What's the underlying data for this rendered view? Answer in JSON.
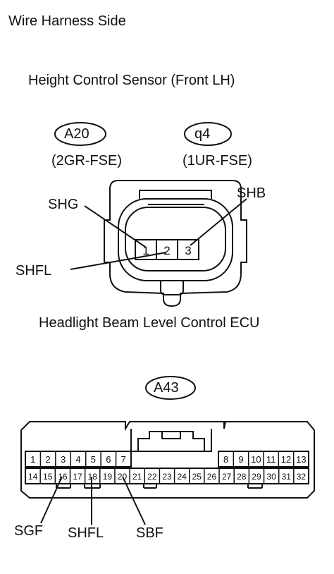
{
  "page_heading": "Wire Harness Side",
  "sensor": {
    "title": "Height Control Sensor (Front LH)",
    "connectors": [
      {
        "code": "A20",
        "engine": "(2GR-FSE)"
      },
      {
        "code": "q4",
        "engine": "(1UR-FSE)"
      }
    ],
    "pins": [
      "1",
      "2",
      "3"
    ],
    "pin_labels": {
      "shg": "SHG",
      "shb": "SHB",
      "shfl": "SHFL"
    }
  },
  "ecu": {
    "title": "Headlight Beam Level Control ECU",
    "connector_code": "A43",
    "top_left_pins": [
      "1",
      "2",
      "3",
      "4",
      "5",
      "6",
      "7"
    ],
    "top_right_pins": [
      "8",
      "9",
      "10",
      "11",
      "12",
      "13"
    ],
    "bottom_pins": [
      "14",
      "15",
      "16",
      "17",
      "18",
      "19",
      "20",
      "21",
      "22",
      "23",
      "24",
      "25",
      "26",
      "27",
      "28",
      "29",
      "30",
      "31",
      "32"
    ],
    "pin_labels": {
      "sgf": "SGF",
      "shfl": "SHFL",
      "sbf": "SBF"
    }
  },
  "colors": {
    "ink": "#111111",
    "background": "#ffffff"
  }
}
